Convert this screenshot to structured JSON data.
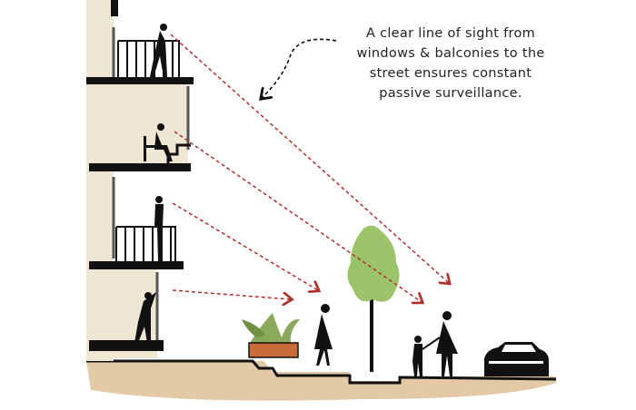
{
  "caption": {
    "lines": [
      "A clear line of sight from",
      "windows & balconies to the",
      "street ensures constant",
      "passive surveillance."
    ]
  },
  "colors": {
    "building": "#efe7d3",
    "soil": "#e3c9a6",
    "sightline": "#b0302c",
    "tree": "#9bc46a",
    "ink": "#111111"
  }
}
